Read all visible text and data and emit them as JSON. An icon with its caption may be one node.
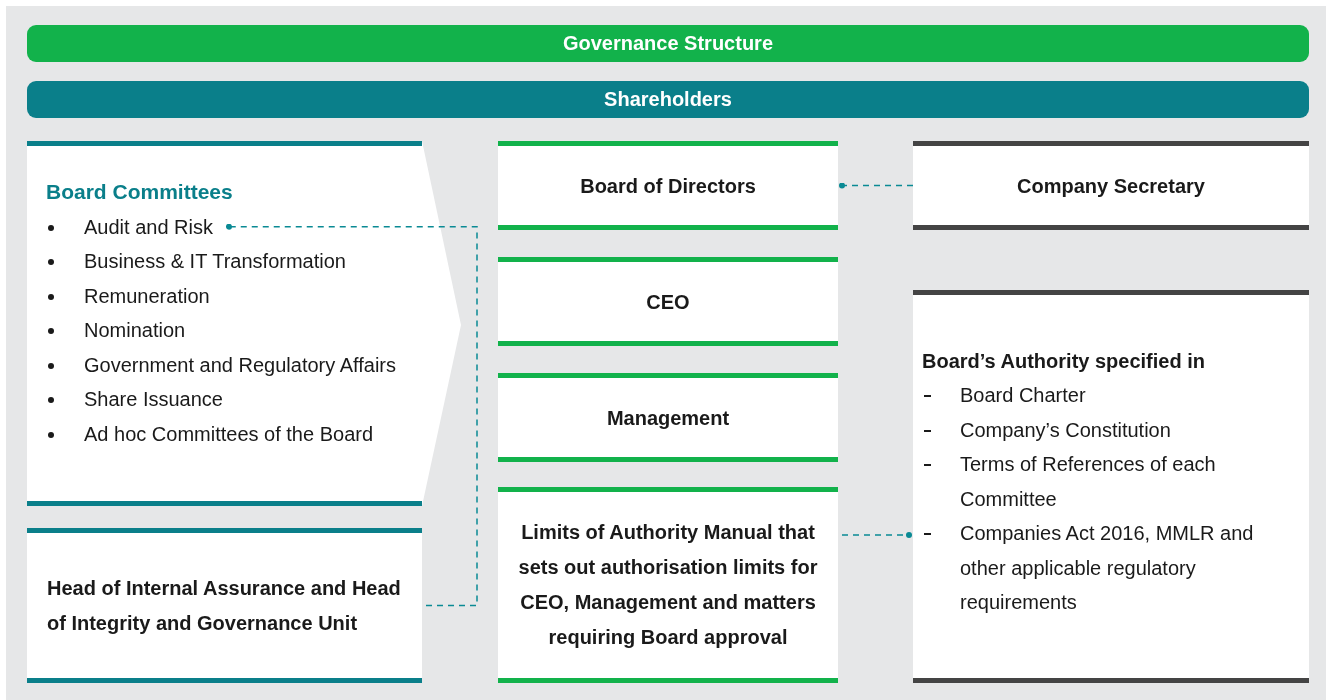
{
  "diagram": {
    "nodes": [
      {
        "text": [
          "Governance Structure"
        ]
      },
      {
        "text": [
          "Shareholders"
        ]
      },
      {
        "text": [
          "Board Committees",
          "Audit and Risk",
          "Business & IT Transformation",
          "Remuneration",
          "Nomination",
          "Government and Regulatory Affairs",
          "Share Issuance",
          "Ad hoc Committees of the Board"
        ]
      },
      {
        "text": [
          "Head of Internal Assurance and Head of Integrity and Governance Unit"
        ]
      },
      {
        "text": [
          "Board of Directors"
        ]
      },
      {
        "text": [
          "CEO"
        ]
      },
      {
        "text": [
          "Management"
        ]
      },
      {
        "text": [
          "Limits of Authority Manual that sets out authorisation limits for CEO, Management and matters requiring Board approval"
        ]
      },
      {
        "text": [
          "Company Secretary"
        ]
      },
      {
        "text": [
          "Board’s Authority specified in",
          "Board Charter",
          "Company’s Constitution",
          "Terms of References of each Committee",
          "Companies Act 2016, MMLR and other applicable regulatory requirements"
        ]
      }
    ],
    "edges": [
      {
        "from": 8,
        "to": 4,
        "arrow": "other",
        "style": "dashed"
      },
      {
        "from": 3,
        "to": 2,
        "arrow": "other",
        "style": "dashed"
      },
      {
        "from": 7,
        "to": 9,
        "arrow": "other",
        "style": "dashed"
      }
    ]
  }
}
